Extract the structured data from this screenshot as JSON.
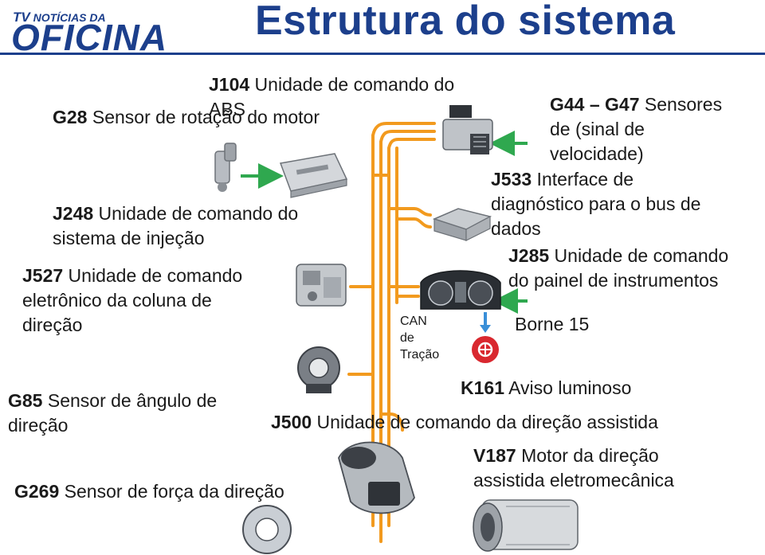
{
  "header": {
    "title": "Estrutura do sistema",
    "logo_small": "NOTÍCIAS DA",
    "logo_tv": "TV",
    "logo_main": "OFICINA"
  },
  "bus_label": [
    "CAN",
    "de",
    "Tração"
  ],
  "components": {
    "g28": {
      "code": "G28",
      "text": " Sensor de rotação do motor"
    },
    "j104": {
      "code": "J104",
      "text": " Unidade de comando do",
      "line2": "ABS"
    },
    "g44": {
      "code": "G44 – G47",
      "text": " Sensores",
      "line2": "de (sinal de",
      "line3": "velocidade)"
    },
    "j533": {
      "code": "J533",
      "text": " Interface de",
      "line2": "diagnóstico para o bus de",
      "line3": "dados"
    },
    "j248": {
      "code": "J248",
      "text": " Unidade de comando do",
      "line2": "sistema de injeção"
    },
    "j285": {
      "code": "J285",
      "text": " Unidade de comando",
      "line2": "do painel de instrumentos"
    },
    "j527": {
      "code": "J527",
      "text": " Unidade de comando",
      "line2": "eletrônico da coluna de",
      "line3": "direção"
    },
    "borne": {
      "text": "Borne 15"
    },
    "k161": {
      "code": "K161",
      "text": " Aviso luminoso"
    },
    "g85": {
      "code": "G85",
      "text": " Sensor de ângulo de",
      "line2": "direção"
    },
    "j500": {
      "code": "J500",
      "text": " Unidade de comando da direção assistida"
    },
    "v187": {
      "code": "V187",
      "text": " Motor da direção",
      "line2": "assistida eletromecânica"
    },
    "g269": {
      "code": "G269",
      "text": " Sensor de força da direção"
    }
  },
  "colors": {
    "title": "#1c3f8c",
    "bus": "#f29a1e",
    "arrow": "#2fa84f",
    "arrow_borne": "#3a8fd8",
    "warning": "#d9282f"
  }
}
